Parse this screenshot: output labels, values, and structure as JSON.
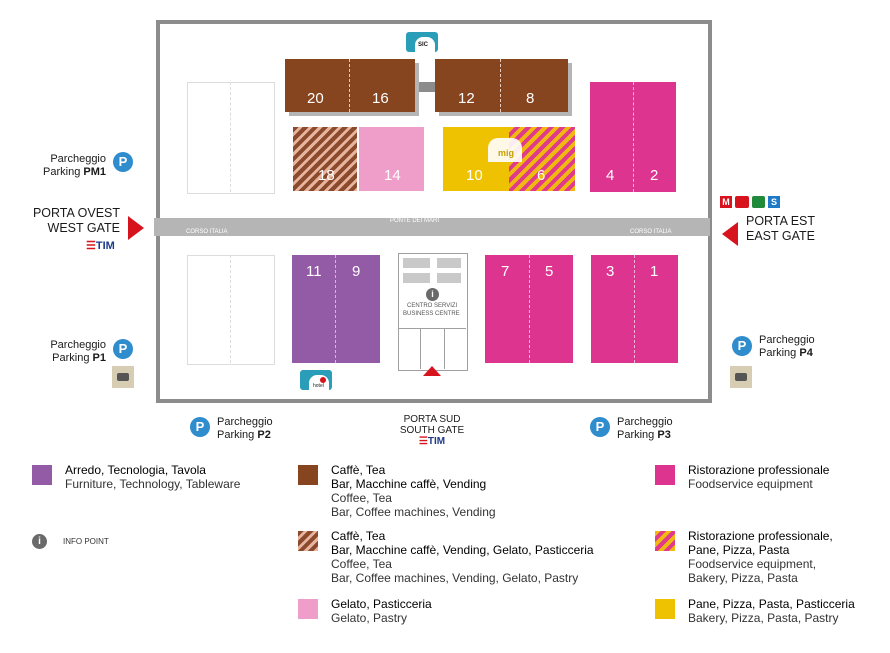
{
  "colors": {
    "purple": "#935aa6",
    "brown": "#86441f",
    "pink": "#dd358f",
    "lightpink": "#ee9ec8",
    "yellow": "#eec200",
    "frame": "#8c8c8c",
    "road": "#b5b5b5",
    "parking": "#2f8ccd",
    "gate_arrow": "#d7141e"
  },
  "halls": {
    "h20": "20",
    "h16": "16",
    "h12": "12",
    "h8": "8",
    "h18": "18",
    "h14": "14",
    "h10": "10",
    "h6": "6",
    "h4": "4",
    "h2": "2",
    "h11": "11",
    "h9": "9",
    "h7": "7",
    "h5": "5",
    "h3": "3",
    "h1": "1"
  },
  "roads": {
    "ponte": "PONTE DEI MARI",
    "corso_left": "CORSO ITALIA",
    "corso_right": "CORSO ITALIA"
  },
  "business_centre": {
    "line1": "CENTRO SERVIZI",
    "line2": "BUSINESS CENTRE"
  },
  "logos": {
    "sic": "SIC",
    "mig": "mig",
    "hotel": "hotel"
  },
  "gates": {
    "west_line1": "PORTA OVEST",
    "west_line2": "WEST GATE",
    "west_sponsor": "TIM",
    "east_line1": "PORTA EST",
    "east_line2": "EAST GATE",
    "south_line1": "PORTA SUD",
    "south_line2": "SOUTH GATE",
    "south_sponsor": "TIM"
  },
  "parking": {
    "pm1_it": "Parcheggio",
    "pm1_en": "Parking ",
    "pm1_code": "PM1",
    "p1_it": "Parcheggio",
    "p1_en": "Parking ",
    "p1_code": "P1",
    "p2_it": "Parcheggio",
    "p2_en": "Parking ",
    "p2_code": "P2",
    "p3_it": "Parcheggio",
    "p3_en": "Parking ",
    "p3_code": "P3",
    "p4_it": "Parcheggio",
    "p4_en": "Parking ",
    "p4_code": "P4",
    "badge": "P"
  },
  "transport": {
    "metro": "M",
    "s": "S"
  },
  "legend": {
    "purple_it": "Arredo, Tecnologia, Tavola",
    "purple_en": "Furniture, Technology, Tableware",
    "info": "INFO POINT",
    "brown_it1": "Caffè, Tea",
    "brown_it2": "Bar, Macchine caffè, Vending",
    "brown_en1": "Coffee, Tea",
    "brown_en2": "Bar, Coffee machines, Vending",
    "hbrown_it1": "Caffè, Tea",
    "hbrown_it2": "Bar, Macchine caffè, Vending, Gelato, Pasticceria",
    "hbrown_en1": "Coffee, Tea",
    "hbrown_en2": "Bar, Coffee machines, Vending, Gelato, Pastry",
    "lpink_it": "Gelato, Pasticceria",
    "lpink_en": "Gelato, Pastry",
    "pink_it": "Ristorazione professionale",
    "pink_en": "Foodservice equipment",
    "hyp_it1": "Ristorazione professionale,",
    "hyp_it2": "Pane, Pizza, Pasta",
    "hyp_en1": "Foodservice equipment,",
    "hyp_en2": "Bakery, Pizza, Pasta",
    "yellow_it": "Pane, Pizza, Pasta, Pasticceria",
    "yellow_en": "Bakery, Pizza, Pasta, Pastry"
  }
}
